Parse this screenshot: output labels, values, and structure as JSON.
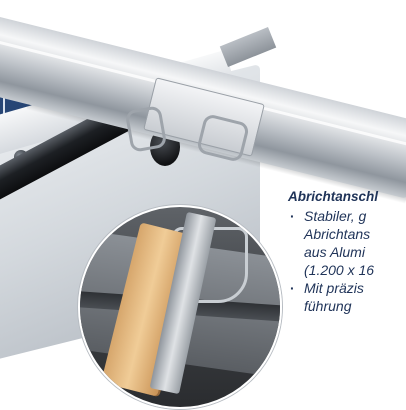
{
  "caption": {
    "title": "Abrichtanschl",
    "bullets": [
      {
        "lines": [
          "Stabiler, g",
          "Abrichtans",
          "aus Alumi",
          "(1.200 x 16"
        ]
      },
      {
        "lines": [
          "Mit präzis",
          "führung"
        ]
      }
    ]
  }
}
